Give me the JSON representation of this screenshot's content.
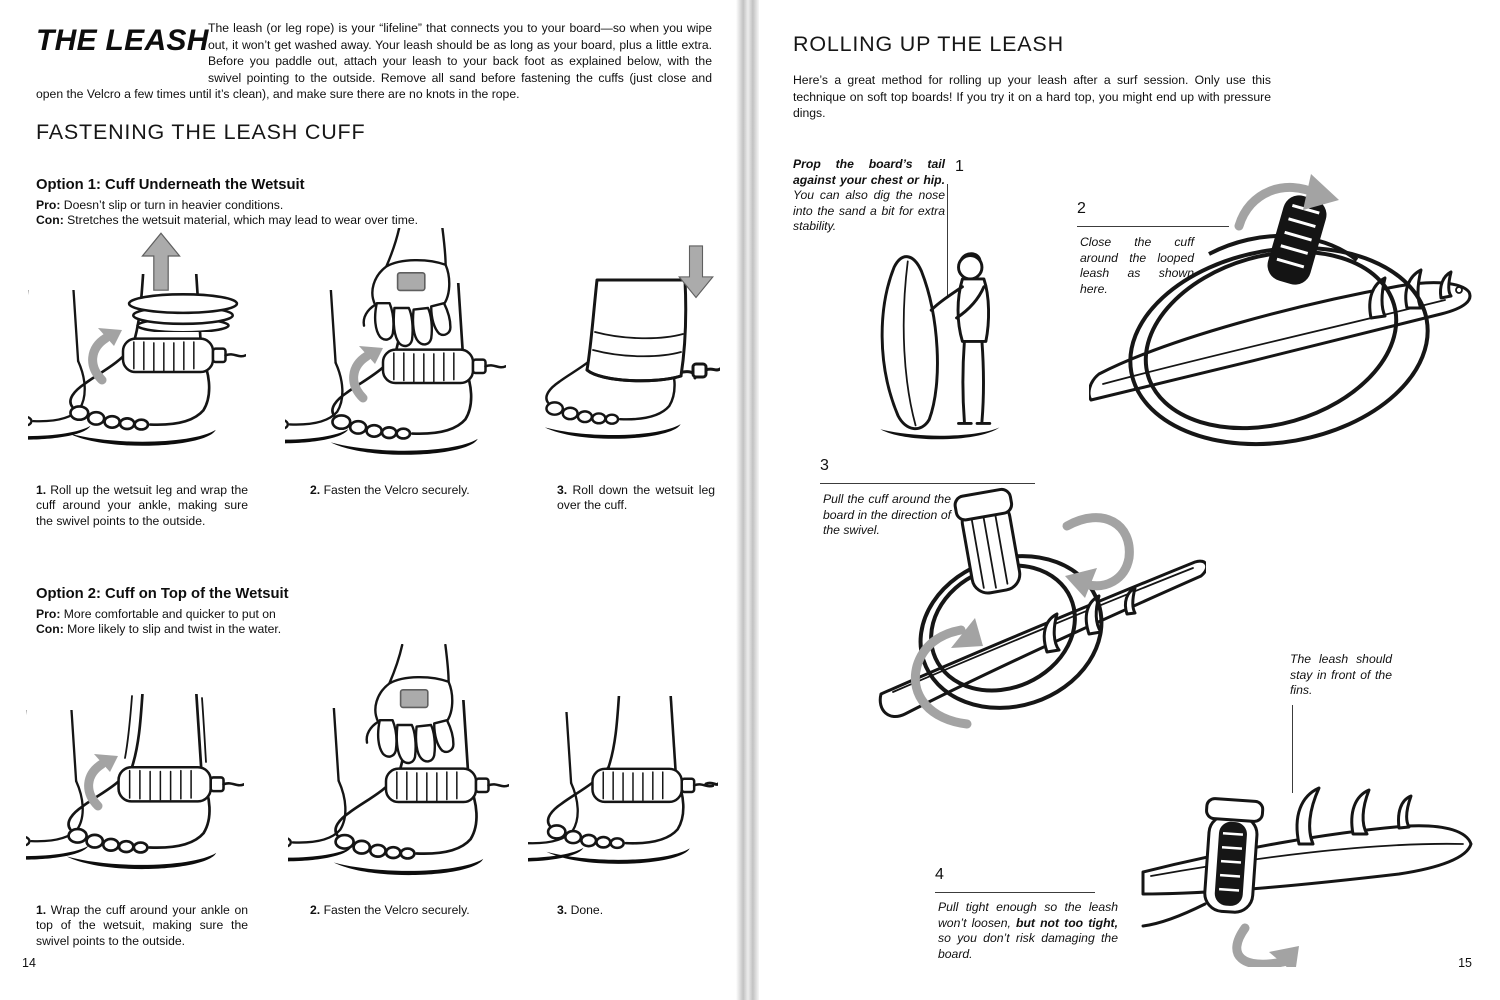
{
  "left": {
    "page_number": "14",
    "title": "THE LEASH",
    "intro": "The leash (or leg rope) is your “lifeline” that connects you to your board—so when you wipe out, it won’t get washed away. Your leash should be as long as your board, plus a little extra. Before you paddle out, attach your leash to your back foot as explained below, with the swivel pointing to the outside. Remove all sand before fastening the cuffs (just close and open the Velcro a few times until it’s clean), and make sure there are no knots in the rope.",
    "section_heading": "FASTENING THE LEASH CUFF",
    "options": [
      {
        "heading": "Option 1: Cuff Underneath the Wetsuit",
        "pro_label": "Pro:",
        "pro": "Doesn’t slip or turn in heavier conditions.",
        "con_label": "Con:",
        "con": "Stretches the wetsuit material, which may lead to wear over time.",
        "steps": [
          {
            "num": "1.",
            "text": "Roll up the wetsuit leg and wrap the cuff around your ankle, making sure the swivel points to the outside."
          },
          {
            "num": "2.",
            "text": "Fasten the Velcro securely."
          },
          {
            "num": "3.",
            "text": "Roll down the wetsuit leg over the cuff."
          }
        ]
      },
      {
        "heading": "Option 2: Cuff on Top of the Wetsuit",
        "pro_label": "Pro:",
        "pro": "More comfortable and quicker to put on",
        "con_label": "Con:",
        "con": "More likely to slip and twist in the water.",
        "steps": [
          {
            "num": "1.",
            "text": "Wrap the cuff around your ankle on top of the wetsuit, making sure the swivel points to the outside."
          },
          {
            "num": "2.",
            "text": "Fasten the Velcro securely."
          },
          {
            "num": "3.",
            "text": "Done."
          }
        ]
      }
    ]
  },
  "right": {
    "page_number": "15",
    "title": "ROLLING UP THE LEASH",
    "intro": "Here’s a great method for rolling up your leash after a surf session. Only use this technique on soft top boards! If you try it on a hard top, you might end up with pressure dings.",
    "steps": [
      {
        "num": "1",
        "bold": "Prop the board’s tail against your chest or hip.",
        "post": " You can also dig the nose into the sand a bit for extra stability."
      },
      {
        "num": "2",
        "pre": "Close the cuff around the looped leash as shown here."
      },
      {
        "num": "3",
        "pre": "Pull the cuff around the board in the direction of the swivel."
      },
      {
        "num": "4",
        "pre": "Pull tight enough so the leash won’t loosen, ",
        "bold": "but not too tight,",
        "post": " so you don’t risk damaging the board."
      }
    ],
    "note": "The leash should stay in front of the fins."
  }
}
